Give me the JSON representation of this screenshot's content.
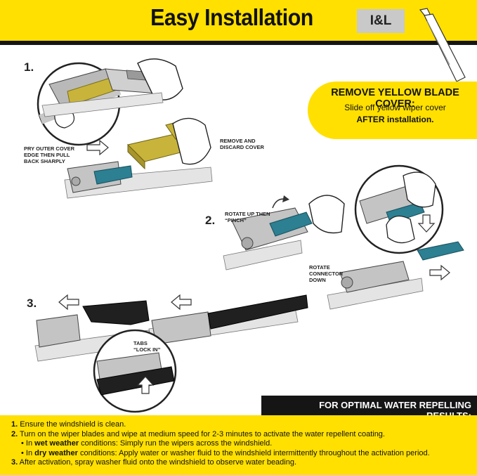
{
  "header": {
    "title": "Easy Installation",
    "code": "I&L"
  },
  "steps": {
    "step1": {
      "number": "1.",
      "note_pry": [
        "PRY OUTER COVER",
        "EDGE THEN PULL",
        "BACK SHARPLY"
      ],
      "note_remove": [
        "REMOVE AND",
        "DISCARD COVER"
      ]
    },
    "step2": {
      "number": "2.",
      "note_rotate_up": [
        "ROTATE UP THEN",
        "“PINCH”"
      ],
      "note_rotate_down": [
        "ROTATE",
        "CONNECTOR",
        "DOWN"
      ]
    },
    "step3": {
      "number": "3.",
      "note_tabs": [
        "TABS",
        "“LOCK IN”"
      ]
    }
  },
  "callout": {
    "title": "REMOVE YELLOW BLADE COVER:",
    "line1": "Slide off yellow wiper cover",
    "line2": "AFTER installation."
  },
  "banner": {
    "text": "FOR OPTIMAL WATER REPELLING RESULTS:"
  },
  "instructions": {
    "item1_num": "1.",
    "item1": "Ensure the windshield is clean.",
    "item2_num": "2.",
    "item2": "Turn on the wiper blades and wipe at medium speed for 2-3 minutes to activate the water repellent coating.",
    "bullet1_pre": "In ",
    "bullet1_bold": "wet weather",
    "bullet1_post": " conditions: Simply run the wipers across the windshield.",
    "bullet2_pre": "In ",
    "bullet2_bold": "dry weather",
    "bullet2_post": " conditions: Apply water or washer fluid to the windshield intermittently throughout the activation period.",
    "item3_num": "3.",
    "item3": "After activation, spray washer fluid onto the windshield to observe water beading."
  },
  "colors": {
    "brand_yellow": "#ffe000",
    "cover_yellow": "#c8b43a",
    "connector_teal": "#2d7f92",
    "black": "#151515"
  },
  "icons": [
    "wiper-arm-icon",
    "arrow-right-icon",
    "arrow-left-icon",
    "arrow-up-icon",
    "arrow-down-icon",
    "rotate-arrow-icon"
  ]
}
